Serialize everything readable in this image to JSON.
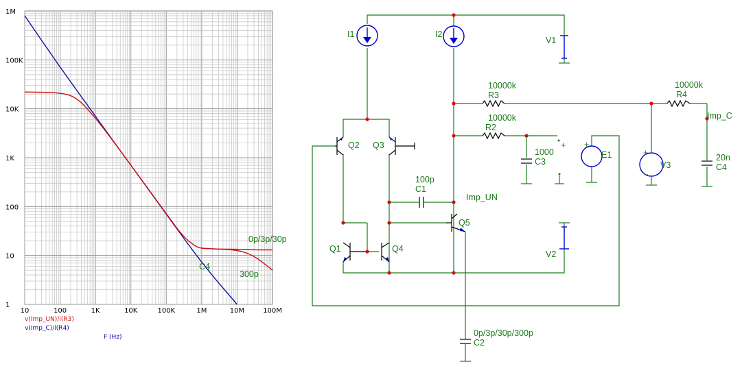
{
  "chart_data": {
    "type": "line",
    "x_axis": {
      "scale": "log",
      "range": [
        10,
        100000000
      ],
      "tick_labels": [
        "10",
        "100",
        "1K",
        "10K",
        "100K",
        "1M",
        "10M",
        "100M"
      ],
      "label": "F (Hz)"
    },
    "y_axis": {
      "scale": "log",
      "range": [
        1,
        1000000
      ],
      "tick_labels": [
        "1",
        "10",
        "100",
        "1K",
        "10K",
        "100K",
        "1M"
      ]
    },
    "grid": true,
    "series": [
      {
        "name": "v(Imp_UN)/i(R3)",
        "color": "#cc1010",
        "x": [
          10,
          100,
          300,
          1000,
          3000,
          10000,
          100000,
          300000,
          700000,
          1000000,
          3000000,
          10000000,
          30000000,
          100000000
        ],
        "y": [
          22000,
          21500,
          17000,
          6500,
          2300,
          700,
          72,
          24,
          15,
          14,
          13.5,
          13.5,
          13,
          13
        ]
      },
      {
        "name": "v(Imp_C)/i(R4)",
        "color": "#1010a0",
        "x": [
          10,
          100,
          1000,
          10000,
          100000,
          1000000,
          10000000
        ],
        "y": [
          800000,
          70000,
          7000,
          700,
          70,
          7,
          1
        ]
      }
    ],
    "series_extra": [
      {
        "color": "#cc1010",
        "x": [
          1000000,
          3000000,
          10000000,
          30000000,
          100000000
        ],
        "y": [
          14,
          13.5,
          13,
          10,
          5
        ]
      }
    ],
    "annotations": [
      "0p/3p/30p",
      "300p",
      "C4"
    ]
  },
  "schematic": {
    "components": {
      "I1": "I1",
      "I2": "I2",
      "V1": "V1",
      "V2": "V2",
      "V3": "V3",
      "E1": "E1",
      "R2": "R2",
      "R3": "R3",
      "R4": "R4",
      "C1": "C1",
      "C2": "C2",
      "C3": "C3",
      "C4": "C4",
      "Q1": "Q1",
      "Q2": "Q2",
      "Q3": "Q3",
      "Q4": "Q4",
      "Q5": "Q5"
    },
    "values": {
      "R2": "10000k",
      "R3": "10000k",
      "R4": "10000k",
      "C1": "100p",
      "C2": "0p/3p/30p/300p",
      "C3": "1000",
      "C4": "20n"
    },
    "nets": {
      "imp_un": "Imp_UN",
      "imp_c": "Imp_C"
    }
  }
}
